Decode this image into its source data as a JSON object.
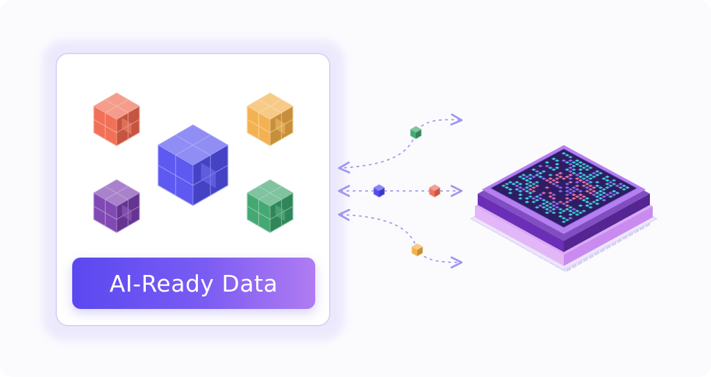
{
  "card": {
    "label": "AI-Ready Data"
  },
  "cubes": [
    {
      "name": "orange-cube",
      "color": "#f0684e"
    },
    {
      "name": "yellow-cube",
      "color": "#f2ae48"
    },
    {
      "name": "blue-cube",
      "color": "#5450f0"
    },
    {
      "name": "purple-cube",
      "color": "#7a3fb0"
    },
    {
      "name": "green-cube",
      "color": "#3aa36c"
    }
  ],
  "connectors": {
    "line_color": "#9f98ee",
    "small_cubes": [
      {
        "name": "small-green-cube",
        "color": "#3aa36c"
      },
      {
        "name": "small-blue-cube",
        "color": "#4a44f0"
      },
      {
        "name": "small-red-cube",
        "color": "#f06a55"
      },
      {
        "name": "small-orange-cube",
        "color": "#f2ad45"
      }
    ]
  },
  "chip": {
    "name": "ai-chip",
    "body_color": "#6a2fb6",
    "rim_color": "#d9a9f5",
    "screen_color": "#2e1d63",
    "pixel_colors": [
      "#43d7e0",
      "#f07aa3",
      "#8e6df3"
    ]
  }
}
